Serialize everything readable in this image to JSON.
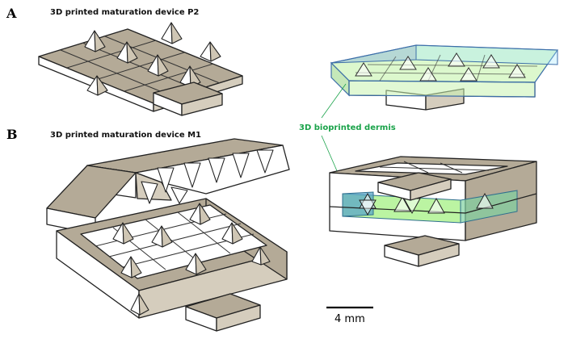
{
  "panels": {
    "a": {
      "letter": "A",
      "title": "3D printed maturation device P2"
    },
    "b": {
      "letter": "B",
      "title": "3D printed maturation device M1"
    }
  },
  "callout": {
    "label": "3D bioprinted dermis",
    "color": "#1aa34a"
  },
  "scale_bar": {
    "label": "4 mm"
  },
  "colors": {
    "device_dark": "#b4aa97",
    "device_light": "#ffffff",
    "dermis_green": "#9ef07a",
    "dermis_blue": "#5aa6c8"
  }
}
